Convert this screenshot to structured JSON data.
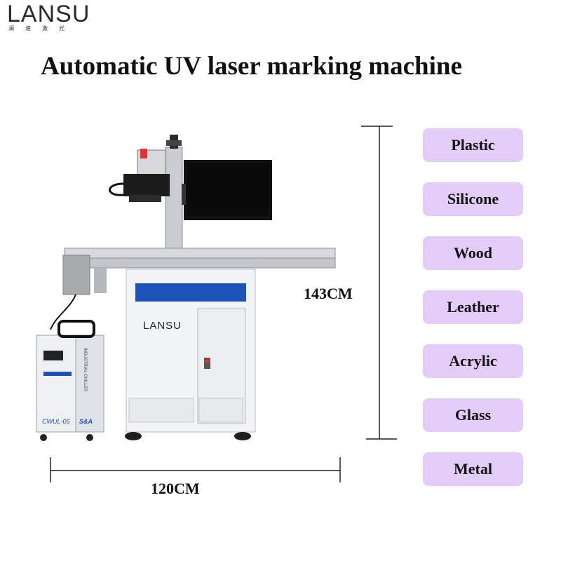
{
  "logo": {
    "brand": "LANSU",
    "subtitle": "澜速激光"
  },
  "title": "Automatic UV laser marking machine",
  "dimensions": {
    "height": "143CM",
    "width": "120CM"
  },
  "machine_labels": {
    "cabinet_brand": "LANSU",
    "chiller_model": "CWUL-05",
    "chiller_brand": "S&A",
    "chiller_side": "INDUSTRIAL CHILLER"
  },
  "materials": [
    "Plastic",
    "Silicone",
    "Wood",
    "Leather",
    "Acrylic",
    "Glass",
    "Metal"
  ],
  "colors": {
    "pill_bg": "#e3ccf7",
    "cabinet_stripe": "#1b53b8"
  }
}
